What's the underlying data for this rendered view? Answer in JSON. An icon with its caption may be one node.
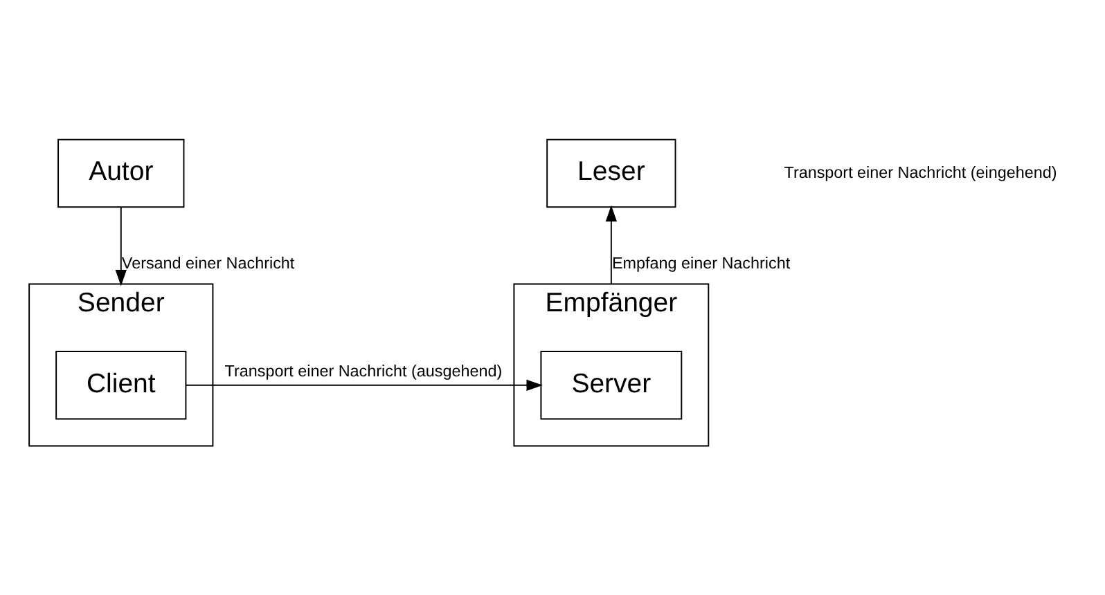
{
  "diagram": {
    "nodes": [
      {
        "text": [
          "Autor"
        ]
      },
      {
        "text": [
          "Sender"
        ]
      },
      {
        "text": [
          "Client"
        ],
        "in": 1
      },
      {
        "text": [
          "Leser"
        ]
      },
      {
        "text": [
          "Empfänger"
        ]
      },
      {
        "text": [
          "Server"
        ],
        "in": 4
      }
    ],
    "edges": [
      {
        "from": 0,
        "to": 1,
        "arrow": "to",
        "label": "Versand einer Nachricht"
      },
      {
        "from": 4,
        "to": 3,
        "arrow": "to",
        "label": "Empfang einer Nachricht"
      },
      {
        "from": 2,
        "to": 5,
        "arrow": "to",
        "label": "Transport einer Nachricht (ausgehend)"
      }
    ],
    "labels": [
      "Transport einer Nachricht (eingehend)"
    ]
  }
}
